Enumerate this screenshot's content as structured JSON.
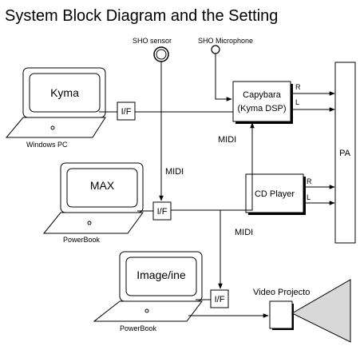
{
  "title": "System Block Diagram and the Setting",
  "devices": {
    "sho_sensor": "SHO sensor",
    "sho_microphone": "SHO Microphone",
    "capybara_line1": "Capybara",
    "capybara_line2": "(Kyma DSP)",
    "pa": "PA",
    "cd_player": "CD Player",
    "video_projector": "Video Projecto",
    "kyma_screen": "Kyma",
    "kyma_computer": "Windows PC",
    "max_screen": "MAX",
    "max_computer": "PowerBook",
    "image_screen": "Image/ine",
    "image_computer": "PowerBook",
    "interface": "I/F"
  },
  "channels": {
    "right": "R",
    "left": "L"
  },
  "connections": {
    "midi": "MIDI"
  }
}
